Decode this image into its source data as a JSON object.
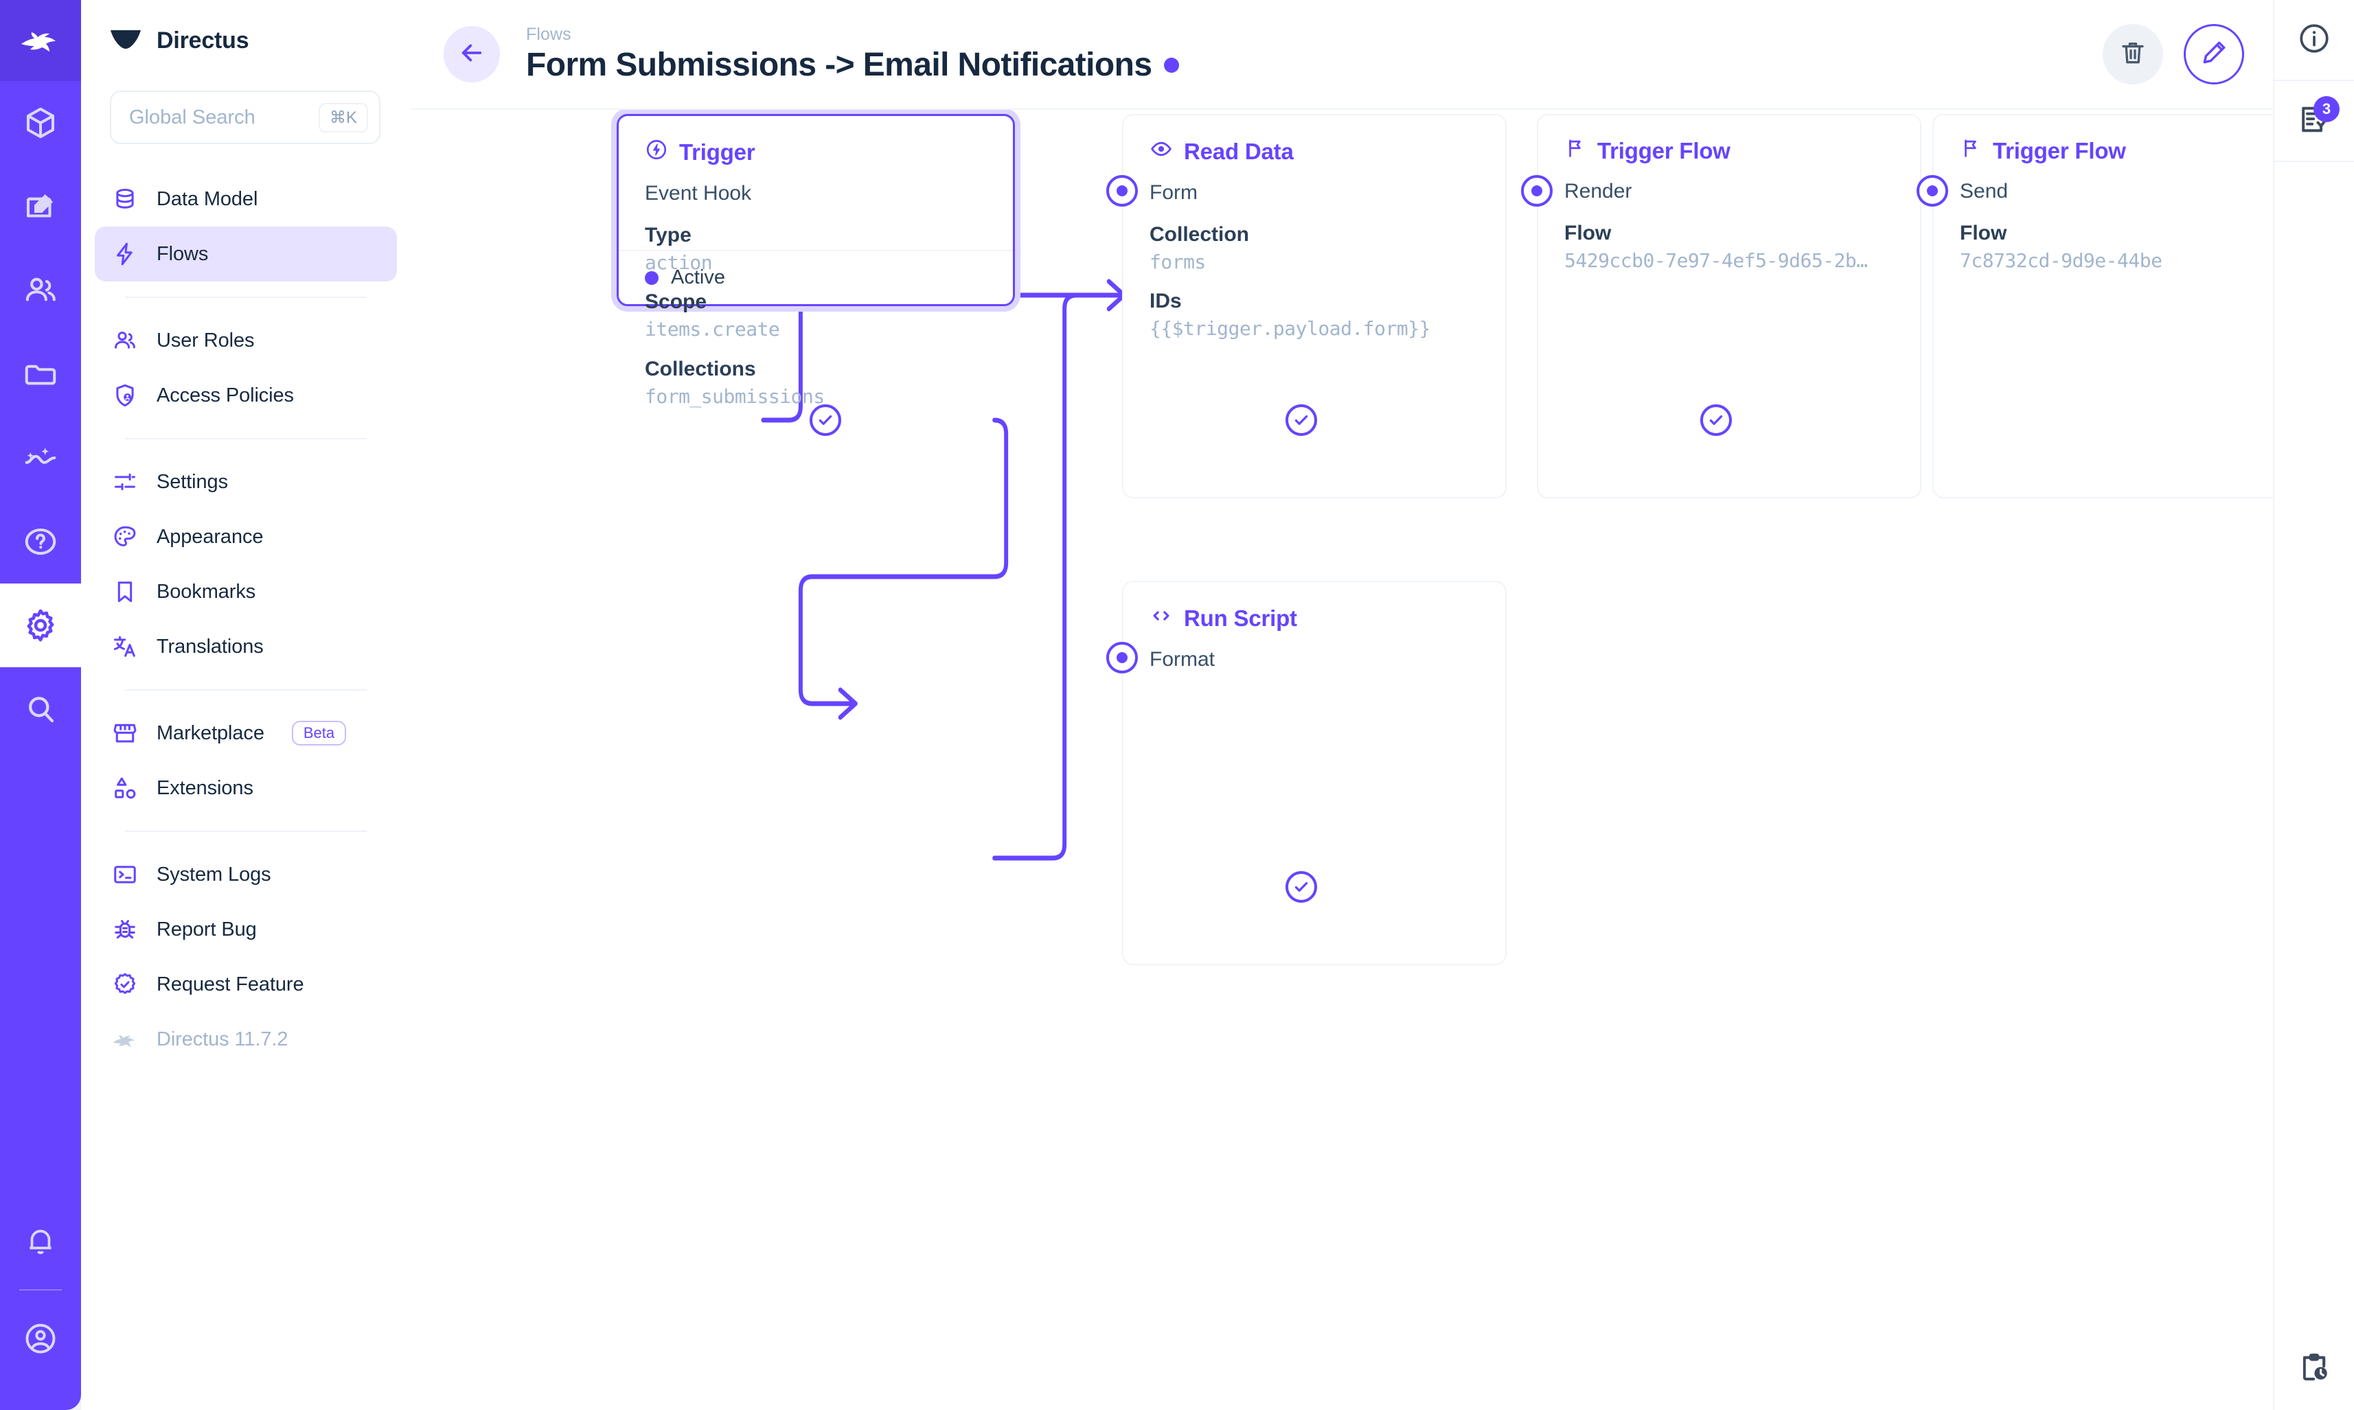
{
  "brand": {
    "name": "Directus",
    "accent": "#6644ff",
    "dark": "#172940",
    "muted": "#a2b5cd"
  },
  "rail": {
    "logo_icon": "directus-rabbit-logo",
    "items": [
      {
        "icon": "box-icon",
        "name": "content"
      },
      {
        "icon": "edit-square-icon",
        "name": "editor"
      },
      {
        "icon": "users-icon",
        "name": "users"
      },
      {
        "icon": "folder-icon",
        "name": "files"
      },
      {
        "icon": "insights-icon",
        "name": "insights"
      },
      {
        "icon": "help-circle-icon",
        "name": "help"
      },
      {
        "icon": "gear-icon",
        "name": "settings",
        "active": true
      },
      {
        "icon": "search-icon",
        "name": "search"
      }
    ],
    "bottom": [
      {
        "icon": "bell-icon",
        "name": "notifications"
      },
      {
        "icon": "account-circle-icon",
        "name": "account"
      }
    ]
  },
  "sidebar": {
    "title": "Directus",
    "logo_icon": "directus-mark-icon",
    "search": {
      "placeholder": "Global Search",
      "shortcut": "⌘K"
    },
    "groups": [
      {
        "items": [
          {
            "label": "Data Model",
            "icon": "database-icon",
            "active": false
          },
          {
            "label": "Flows",
            "icon": "bolt-icon",
            "active": true
          }
        ]
      },
      {
        "items": [
          {
            "label": "User Roles",
            "icon": "users-icon",
            "active": false
          },
          {
            "label": "Access Policies",
            "icon": "shield-user-icon",
            "active": false
          }
        ]
      },
      {
        "items": [
          {
            "label": "Settings",
            "icon": "tune-icon",
            "active": false
          },
          {
            "label": "Appearance",
            "icon": "palette-icon",
            "active": false
          },
          {
            "label": "Bookmarks",
            "icon": "bookmark-icon",
            "active": false
          },
          {
            "label": "Translations",
            "icon": "translate-icon",
            "active": false
          }
        ]
      },
      {
        "items": [
          {
            "label": "Marketplace",
            "icon": "storefront-icon",
            "badge": "Beta",
            "active": false
          },
          {
            "label": "Extensions",
            "icon": "shapes-icon",
            "active": false
          }
        ]
      },
      {
        "items": [
          {
            "label": "System Logs",
            "icon": "terminal-icon",
            "active": false
          },
          {
            "label": "Report Bug",
            "icon": "bug-icon",
            "active": false
          },
          {
            "label": "Request Feature",
            "icon": "badge-check-icon",
            "active": false
          },
          {
            "label": "Directus 11.7.2",
            "icon": "directus-rabbit-icon",
            "muted": true
          }
        ]
      }
    ]
  },
  "header": {
    "back_icon": "arrow-left-icon",
    "breadcrumb": "Flows",
    "title": "Form Submissions -> Email Notifications",
    "status_dot": "active-dot",
    "actions": [
      {
        "name": "delete-flow-button",
        "icon": "trash-icon"
      },
      {
        "name": "edit-flow-button",
        "icon": "pencil-icon"
      }
    ]
  },
  "right_rail": {
    "items": [
      {
        "name": "info-sidebar-button",
        "icon": "info-circle-icon"
      },
      {
        "name": "revisions-button",
        "icon": "revisions-icon",
        "badge": "3"
      }
    ],
    "bottom": {
      "name": "activity-log-button",
      "icon": "clipboard-clock-icon"
    }
  },
  "flow": {
    "nodes": [
      {
        "id": "trigger",
        "selected": true,
        "icon": "bolt-circle-icon",
        "title": "Trigger",
        "subtitle": "Event Hook",
        "fields": [
          {
            "key": "Type",
            "value": "action"
          },
          {
            "key": "Scope",
            "value": "items.create"
          },
          {
            "key": "Collections",
            "value": "form_submissions"
          }
        ],
        "footer": {
          "label": "Active",
          "dot": "status-dot"
        }
      },
      {
        "id": "read-data",
        "selected": false,
        "icon": "eye-icon",
        "title": "Read Data",
        "subtitle": "Form",
        "fields": [
          {
            "key": "Collection",
            "value": "forms"
          },
          {
            "key": "IDs",
            "value": "{{$trigger.payload.form}}"
          }
        ]
      },
      {
        "id": "run-script",
        "selected": false,
        "icon": "code-icon",
        "title": "Run Script",
        "subtitle": "Format",
        "fields": []
      },
      {
        "id": "trigger-flow-render",
        "selected": false,
        "icon": "flag-icon",
        "title": "Trigger Flow",
        "subtitle": "Render",
        "fields": [
          {
            "key": "Flow",
            "value": "5429ccb0-7e97-4ef5-9d65-2b…"
          }
        ]
      },
      {
        "id": "trigger-flow-send",
        "selected": false,
        "icon": "flag-icon",
        "title": "Trigger Flow",
        "subtitle": "Send",
        "fields": [
          {
            "key": "Flow",
            "value": "7c8732cd-9d9e-44be"
          }
        ]
      }
    ]
  }
}
